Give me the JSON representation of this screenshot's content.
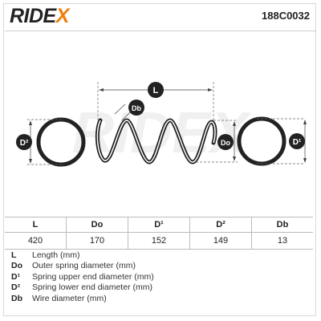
{
  "brand": {
    "name_prefix": "RIDE",
    "name_suffix": "X",
    "accent_color": "#f07d0a"
  },
  "part_number": "188C0032",
  "diagram": {
    "labels": {
      "length": "L",
      "wire": "Db",
      "outer": "Do",
      "upper": "D¹",
      "lower": "D²"
    },
    "watermark": "RIDEX"
  },
  "table": {
    "headers": [
      "L",
      "Do",
      "D¹",
      "D²",
      "Db"
    ],
    "values": [
      "420",
      "170",
      "152",
      "149",
      "13"
    ]
  },
  "legend": [
    {
      "key": "L",
      "desc": "Length (mm)"
    },
    {
      "key": "Do",
      "desc": "Outer spring diameter (mm)"
    },
    {
      "key": "D¹",
      "desc": "Spring upper end diameter (mm)"
    },
    {
      "key": "D²",
      "desc": "Spring lower end diameter (mm)"
    },
    {
      "key": "Db",
      "desc": "Wire diameter (mm)"
    }
  ]
}
